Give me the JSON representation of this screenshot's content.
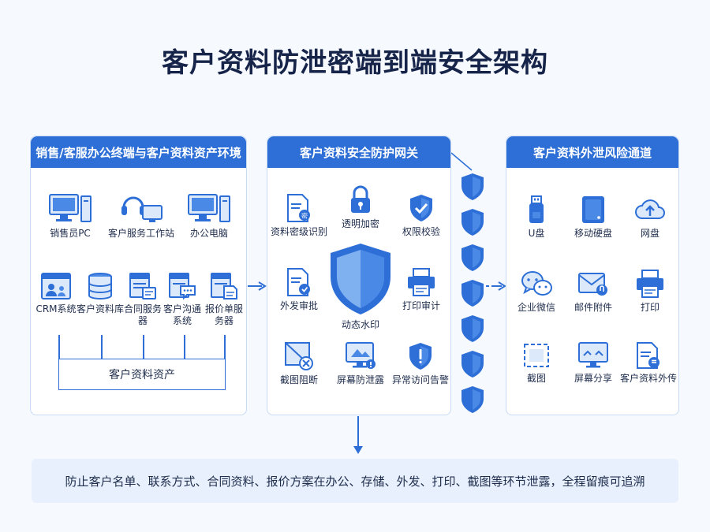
{
  "title": "客户资料防泄密端到端安全架构",
  "left_panel": {
    "header": "销售/客服办公终端与客户资料资产环境",
    "top_row": [
      {
        "label": "销售员PC",
        "icon": "desktop-pc-icon"
      },
      {
        "label": "客户服务工作站",
        "icon": "headset-workstation-icon"
      },
      {
        "label": "办公电脑",
        "icon": "desktop-pc-icon"
      }
    ],
    "bottom_row": [
      {
        "label": "CRM系统",
        "icon": "crm-window-icon"
      },
      {
        "label": "客户资料库",
        "icon": "database-icon"
      },
      {
        "label": "合同服务器",
        "icon": "contract-server-icon"
      },
      {
        "label": "客户沟通系统",
        "icon": "chat-server-icon"
      },
      {
        "label": "报价单服务器",
        "icon": "quote-server-icon"
      }
    ],
    "asset_label": "客户资料资产"
  },
  "gateway_panel": {
    "header": "客户资料安全防护网关",
    "items": [
      {
        "label": "资料密级识别",
        "icon": "document-classify-icon"
      },
      {
        "label": "透明加密",
        "icon": "lock-icon"
      },
      {
        "label": "权限校验",
        "icon": "shield-check-icon"
      },
      {
        "label": "外发审批",
        "icon": "document-approve-icon"
      },
      {
        "label": "动态水印",
        "icon": "large-shield-icon"
      },
      {
        "label": "打印审计",
        "icon": "printer-icon"
      },
      {
        "label": "截图阻断",
        "icon": "screenshot-block-icon"
      },
      {
        "label": "屏幕防泄露",
        "icon": "monitor-shield-icon"
      },
      {
        "label": "异常访问告警",
        "icon": "shield-alert-icon"
      }
    ]
  },
  "shield_column": {
    "count": 7,
    "icon": "shield-icon"
  },
  "right_panel": {
    "header": "客户资料外泄风险通道",
    "items": [
      {
        "label": "U盘",
        "icon": "usb-drive-icon"
      },
      {
        "label": "移动硬盘",
        "icon": "external-drive-icon"
      },
      {
        "label": "网盘",
        "icon": "cloud-upload-icon"
      },
      {
        "label": "企业微信",
        "icon": "wechat-icon"
      },
      {
        "label": "邮件附件",
        "icon": "mail-attachment-icon"
      },
      {
        "label": "打印",
        "icon": "printer-icon"
      },
      {
        "label": "截图",
        "icon": "screenshot-frame-icon"
      },
      {
        "label": "屏幕分享",
        "icon": "screen-share-icon"
      },
      {
        "label": "客户资料外传",
        "icon": "document-transfer-icon"
      }
    ]
  },
  "bottom_text": "防止客户名单、联系方式、合同资料、报价方案在办公、存储、外发、打印、截图等环节泄露，全程留痕可追溯",
  "colors": {
    "primary": "#2d6fd6",
    "light": "#e7f0fc",
    "title": "#17244a"
  }
}
